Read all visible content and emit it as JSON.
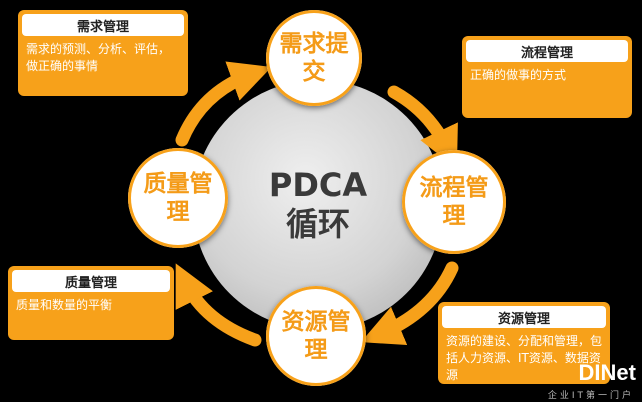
{
  "center": {
    "line1": "PDCA",
    "line2": "循环"
  },
  "nodes": {
    "demand": "需求提交",
    "process": "流程管理",
    "resource": "资源管理",
    "quality": "质量管理"
  },
  "boxes": {
    "demand_mgmt": {
      "title": "需求管理",
      "text": "需求的预测、分析、评估，做正确的事情"
    },
    "process_mgmt": {
      "title": "流程管理",
      "text": "正确的做事的方式"
    },
    "resource_mgmt": {
      "title": "资源管理",
      "text": "资源的建设、分配和管理，包括人力资源、IT资源、数据资源"
    },
    "quality_mgmt": {
      "title": "质量管理",
      "text": "质量和数量的平衡"
    }
  },
  "watermark": {
    "brand": "DINet",
    "tagline": "企业IT第一门户"
  },
  "colors": {
    "accent": "#f7a11a",
    "circle": "#d6d6d6",
    "background": "#000000"
  }
}
